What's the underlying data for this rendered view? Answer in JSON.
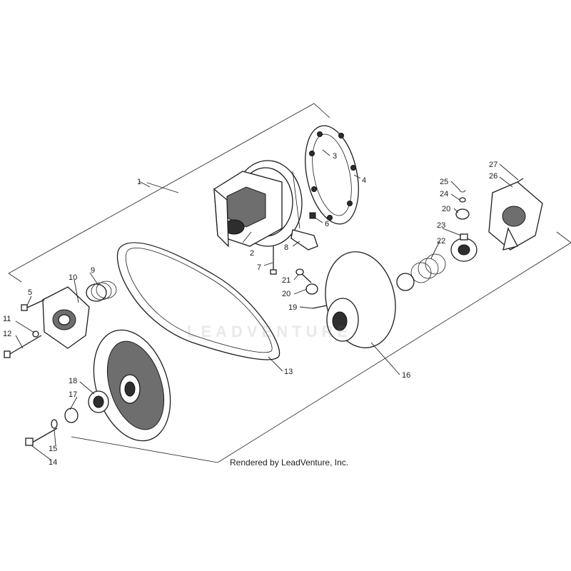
{
  "credit": "Rendered by LeadVenture, Inc.",
  "watermark": "LEADVENTURE",
  "callouts": [
    {
      "key": "c1",
      "label": "1"
    },
    {
      "key": "c2",
      "label": "2"
    },
    {
      "key": "c3",
      "label": "3"
    },
    {
      "key": "c4",
      "label": "4"
    },
    {
      "key": "c5",
      "label": "5"
    },
    {
      "key": "c6",
      "label": "6"
    },
    {
      "key": "c7",
      "label": "7"
    },
    {
      "key": "c8",
      "label": "8"
    },
    {
      "key": "c9",
      "label": "9"
    },
    {
      "key": "c10",
      "label": "10"
    },
    {
      "key": "c11",
      "label": "11"
    },
    {
      "key": "c12",
      "label": "12"
    },
    {
      "key": "c13",
      "label": "13"
    },
    {
      "key": "c14",
      "label": "14"
    },
    {
      "key": "c15",
      "label": "15"
    },
    {
      "key": "c16",
      "label": "16"
    },
    {
      "key": "c17",
      "label": "17"
    },
    {
      "key": "c18",
      "label": "18"
    },
    {
      "key": "c19",
      "label": "19"
    },
    {
      "key": "c20a",
      "label": "20"
    },
    {
      "key": "c20b",
      "label": "20"
    },
    {
      "key": "c21",
      "label": "21"
    },
    {
      "key": "c22",
      "label": "22"
    },
    {
      "key": "c23",
      "label": "23"
    },
    {
      "key": "c24",
      "label": "24"
    },
    {
      "key": "c25",
      "label": "25"
    },
    {
      "key": "c26",
      "label": "26"
    },
    {
      "key": "c27",
      "label": "27"
    }
  ]
}
